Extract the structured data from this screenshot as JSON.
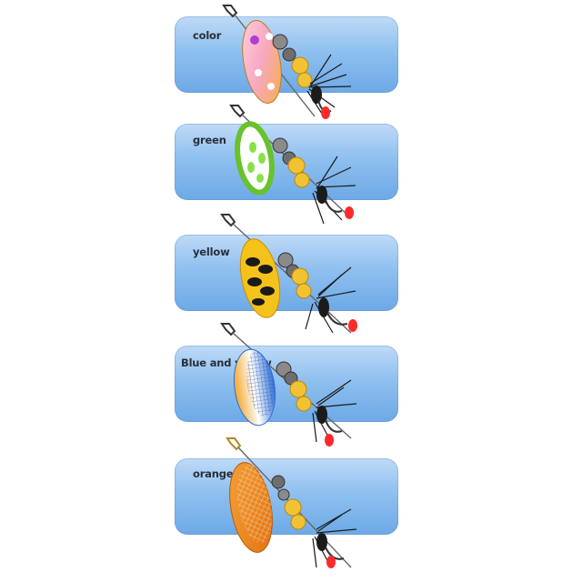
{
  "variants": [
    {
      "label": "color"
    },
    {
      "label": "green"
    },
    {
      "label": "yellow"
    },
    {
      "label": "Blue and yellow"
    },
    {
      "label": "orange"
    }
  ],
  "colors": {
    "card_top": "#bfdaf7",
    "card_bottom": "#6da9e6",
    "blade_color": "#f7b7c9",
    "blade_green": "#8be04a",
    "blade_yellow": "#f4c21a",
    "blade_blue_yellow": "#2f6fd6",
    "blade_orange": "#f08a1e",
    "bead_gold": "#f1c232",
    "fly_feather": "#1b1b1b",
    "tail_red": "#ff2a2a"
  }
}
